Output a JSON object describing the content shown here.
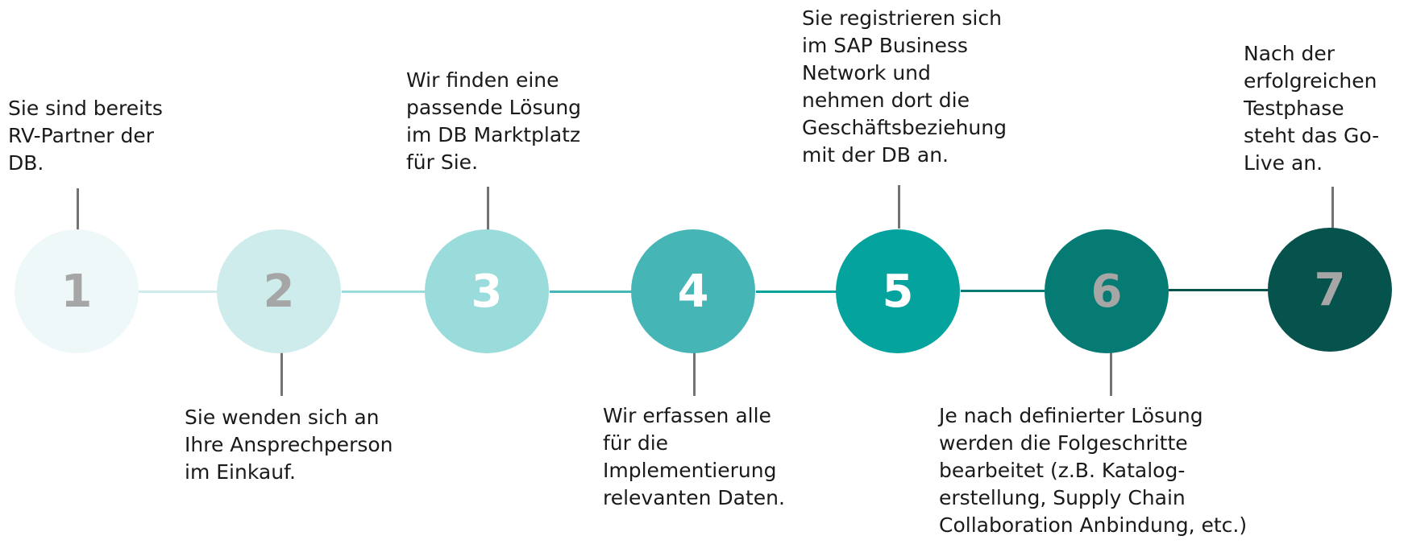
{
  "steps": [
    {
      "number": "1",
      "text": "Sie sind bereits\nRV-Partner der\nDB.",
      "position": "top",
      "fill": "#eff8f8",
      "number_color": "#a6a6a6"
    },
    {
      "number": "2",
      "text": "Sie wenden sich an\nIhre Ansprechperson\nim Einkauf.",
      "position": "bottom",
      "fill": "#cdeceb",
      "number_color": "#a6a6a6"
    },
    {
      "number": "3",
      "text": "Wir finden eine\npassende Lösung\nim DB Marktplatz\nfür Sie.",
      "position": "top",
      "fill": "#99dcdb",
      "number_color": "#ffffff"
    },
    {
      "number": "4",
      "text": "Wir erfassen alle\nfür die\nImplementierung\nrelevanten Daten.",
      "position": "bottom",
      "fill": "#45b5b6",
      "number_color": "#ffffff"
    },
    {
      "number": "5",
      "text": "Sie registrieren sich\nim SAP Business\nNetwork und\nnehmen dort die\nGeschäftsbeziehung\nmit der DB an.",
      "position": "top",
      "fill": "#05a39e",
      "number_color": "#ffffff"
    },
    {
      "number": "6",
      "text": "Je nach definierter Lösung\nwerden die Folgeschritte\nbearbeitet (z.B. Katalog-\nerstellung, Supply Chain\nCollaboration Anbindung, etc.)",
      "position": "bottom",
      "fill": "#067b74",
      "number_color": "#a6a6a6"
    },
    {
      "number": "7",
      "text": "Nach der\nerfolgreichen\nTestphase\nsteht das Go-\nLive an.",
      "position": "top",
      "fill": "#06524d",
      "number_color": "#a6a6a6"
    }
  ],
  "connector_colors": [
    "#cdeceb",
    "#99dcdb",
    "#45b5b6",
    "#05a39e",
    "#067b74",
    "#06524d"
  ],
  "tick_color": "#737373"
}
